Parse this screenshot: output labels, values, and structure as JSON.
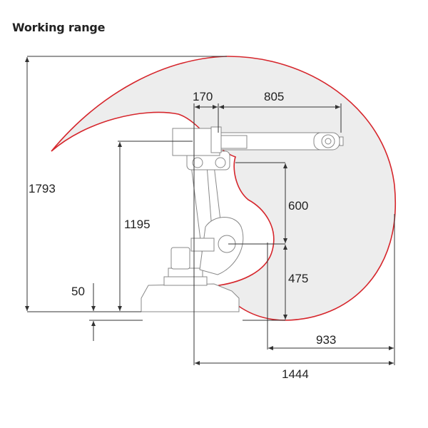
{
  "title": "Working range",
  "colors": {
    "envelope_stroke": "#d6262c",
    "envelope_fill": "#ededed",
    "robot_stroke": "#888888",
    "dimension_stroke": "#333333",
    "text": "#222222"
  },
  "dimensions": {
    "max_height": "1793",
    "wrist_offset": "170",
    "forearm_length": "805",
    "wrist_height": "1195",
    "arm_length": "600",
    "shoulder_height": "475",
    "base_offset": "50",
    "inner_reach": "933",
    "max_reach": "1444"
  }
}
